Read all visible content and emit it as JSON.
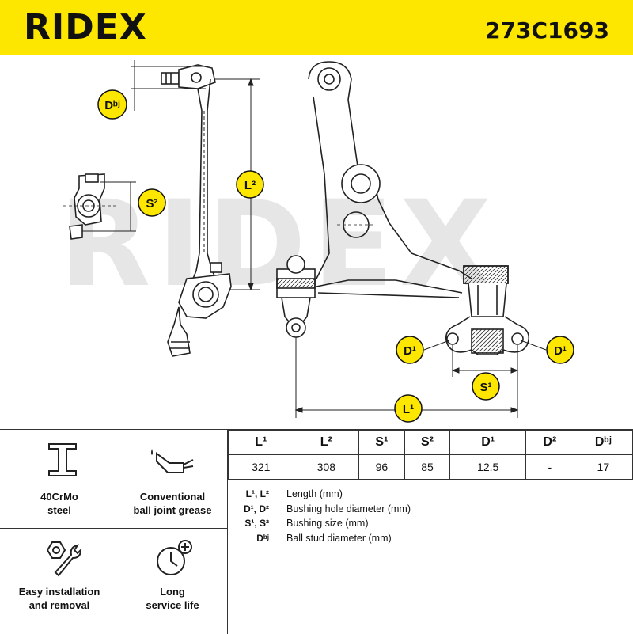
{
  "header": {
    "brand": "RIDEX",
    "part_number": "273C1693"
  },
  "watermark": "RIDEX",
  "dimension_labels": {
    "L1": "L¹",
    "L2": "L²",
    "S1": "S¹",
    "S2": "S²",
    "D1": "D¹",
    "Dbj": "Dᵇʲ"
  },
  "features": [
    {
      "line1": "40CrMo",
      "line2": "steel",
      "icon": "steel-beam-icon"
    },
    {
      "line1": "Conventional",
      "line2": "ball joint grease",
      "icon": "grease-can-icon"
    },
    {
      "line1": "Easy installation",
      "line2": "and removal",
      "icon": "wrench-nut-icon"
    },
    {
      "line1": "Long",
      "line2": "service life",
      "icon": "clock-plus-icon"
    }
  ],
  "spec_table": {
    "headers": [
      "L¹",
      "L²",
      "S¹",
      "S²",
      "D¹",
      "D²",
      "Dᵇʲ"
    ],
    "values": [
      "321",
      "308",
      "96",
      "85",
      "12.5",
      "-",
      "17"
    ]
  },
  "legend": [
    {
      "key": "L¹, L²",
      "desc": "Length (mm)"
    },
    {
      "key": "D¹, D²",
      "desc": "Bushing hole diameter (mm)"
    },
    {
      "key": "S¹, S²",
      "desc": "Bushing size (mm)"
    },
    {
      "key": "Dᵇʲ",
      "desc": "Ball stud diameter (mm)"
    }
  ],
  "colors": {
    "brand_yellow": "#fde600",
    "ink": "#111111",
    "watermark": "#e6e6e6"
  }
}
